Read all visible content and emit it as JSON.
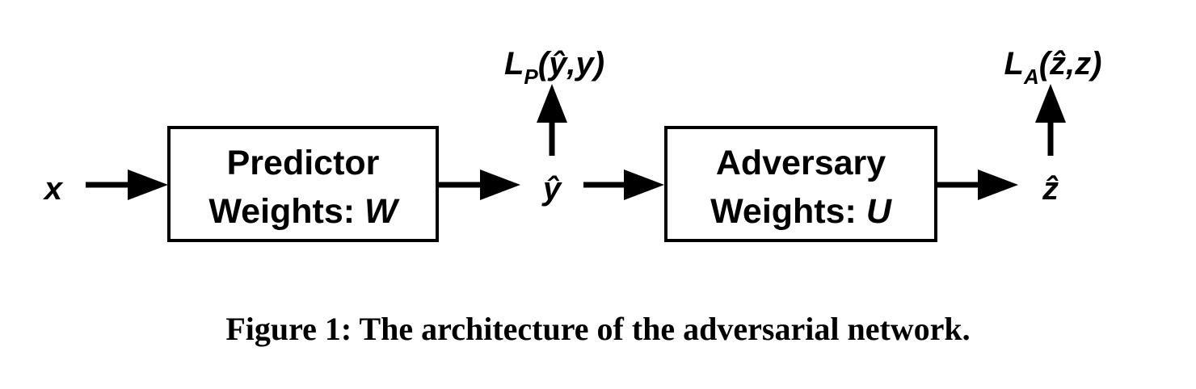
{
  "input": {
    "symbol": "x"
  },
  "predictor": {
    "line1": "Predictor",
    "line2_prefix": "Weights: ",
    "weight_symbol": "W"
  },
  "prediction": {
    "symbol": "ŷ"
  },
  "predictor_loss": {
    "L": "L",
    "subscript": "P",
    "open": "(",
    "arg1": "ŷ",
    "comma": ",",
    "arg2": "y",
    "close": ")"
  },
  "adversary": {
    "line1": "Adversary",
    "line2_prefix": "Weights: ",
    "weight_symbol": "U"
  },
  "adversary_output": {
    "symbol": "ẑ"
  },
  "adversary_loss": {
    "L": "L",
    "subscript": "A",
    "open": "(",
    "arg1": "ẑ",
    "comma": ",",
    "arg2": "z",
    "close": ")"
  },
  "caption": "Figure 1: The architecture of the adversarial network."
}
